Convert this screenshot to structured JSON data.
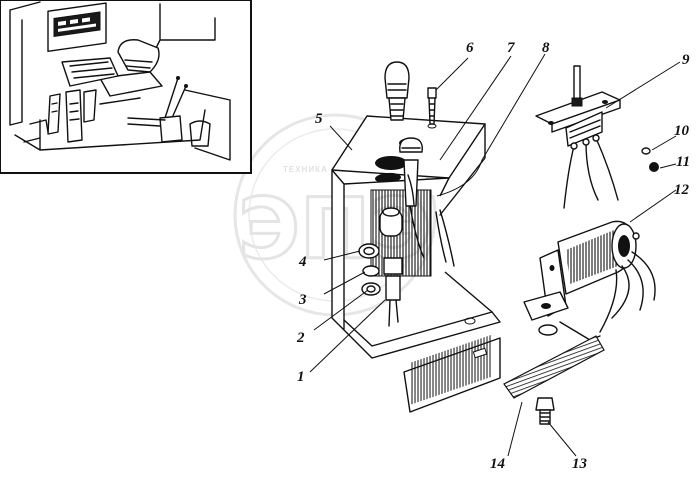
{
  "watermark": {
    "logo_text": "ЭПЭ",
    "arc_text": "ТЕХНИКА И ЗАПЧАСТИ"
  },
  "callouts": [
    "1",
    "2",
    "3",
    "4",
    "5",
    "6",
    "7",
    "8",
    "9",
    "10",
    "11",
    "12",
    "13",
    "14"
  ]
}
